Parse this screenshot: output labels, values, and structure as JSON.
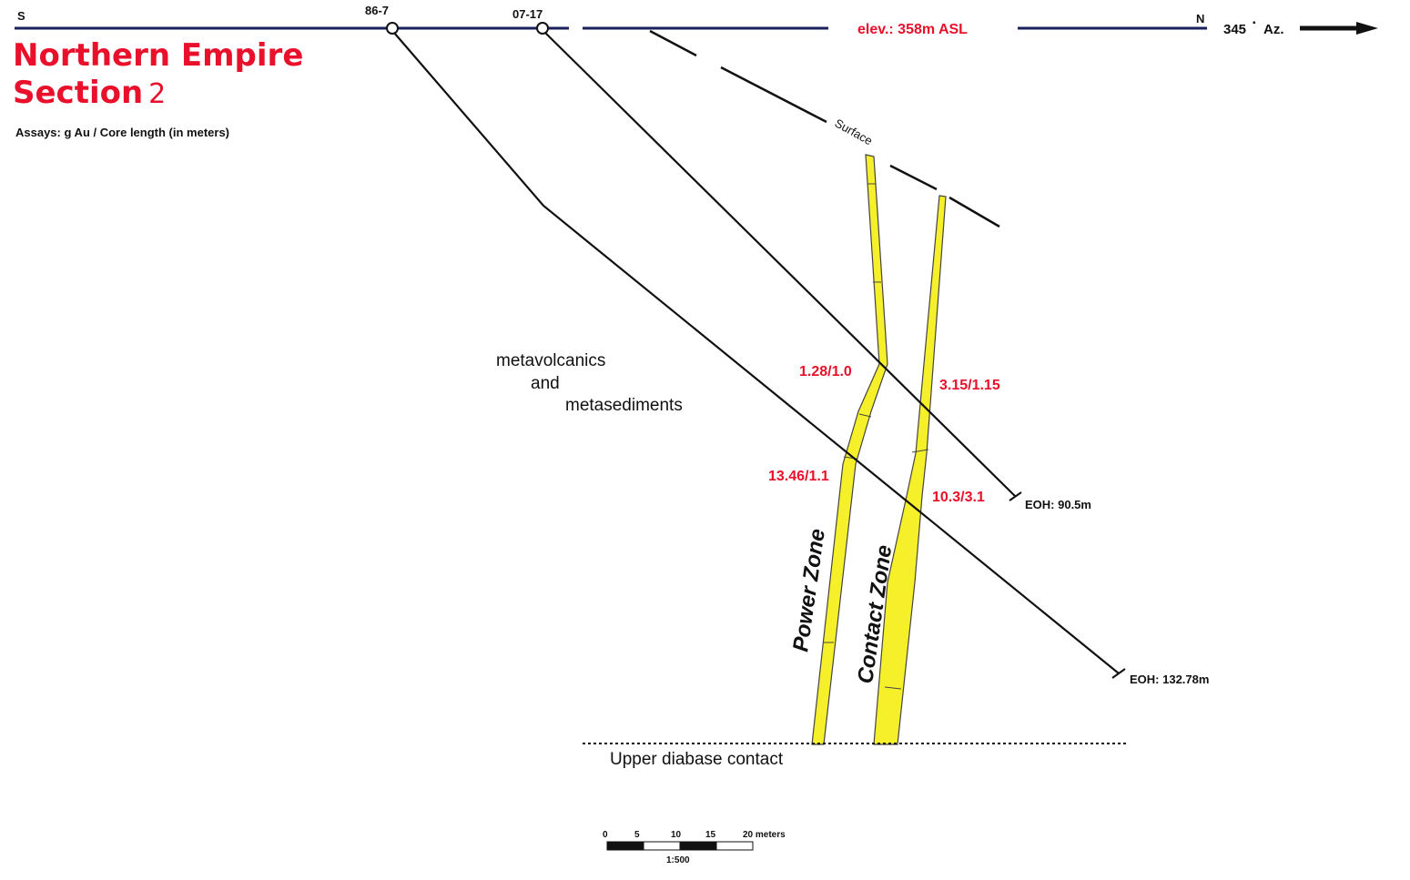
{
  "title": {
    "line1": "Northern Empire",
    "line2": "Section",
    "line2_number": "2"
  },
  "subtitle": "Assays: g Au / Core length (in meters)",
  "header": {
    "south": "S",
    "north": "N",
    "elevation": "elev.: 358m ASL",
    "azimuth": "345",
    "azimuth_unit": "Az.",
    "degree_mark": "▪"
  },
  "holes": [
    {
      "name": "86-7",
      "eoh": "EOH: 132.78m"
    },
    {
      "name": "07-17",
      "eoh": "EOH: 90.5m"
    }
  ],
  "surface_label": "Surface",
  "zones": {
    "power": "Power Zone",
    "contact": "Contact Zone"
  },
  "rock_label": {
    "line1": "metavolcanics",
    "line2": "and",
    "line3": "metasediments"
  },
  "assays": [
    "1.28/1.0",
    "3.15/1.15",
    "13.46/1.1",
    "10.3/3.1"
  ],
  "diabase_label": "Upper diabase contact",
  "scale_bar": {
    "ticks": [
      "0",
      "5",
      "10",
      "15",
      "20 meters"
    ],
    "ratio": "1:500"
  },
  "colors": {
    "title_red": "#e8102a",
    "assay_red": "#e8102a",
    "zone_yellow": "#f6f02a",
    "section_line": "#1b1f5e",
    "hole_trace": "#111111"
  }
}
